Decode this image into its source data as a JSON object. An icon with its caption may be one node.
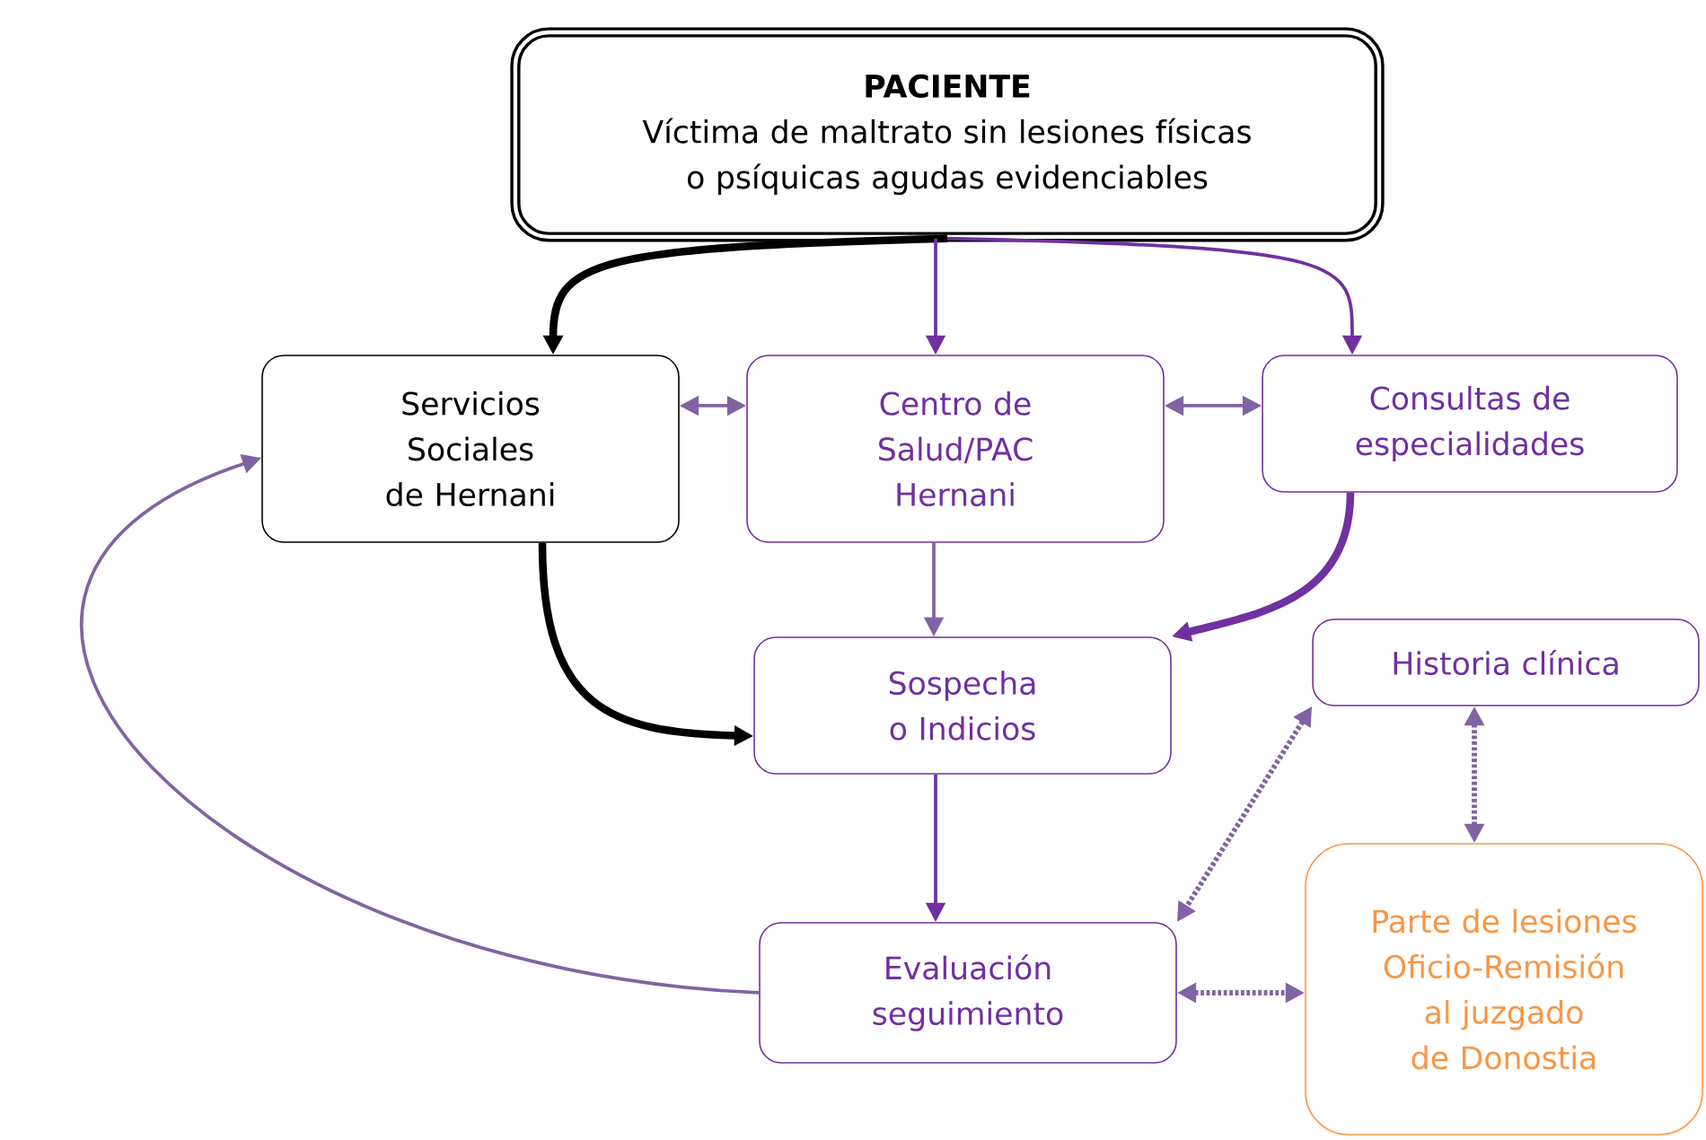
{
  "diagram": {
    "nodes": [
      {
        "text": [
          "PACIENTE",
          "Víctima de maltrato sin lesiones físicas o psíquicas agudas evidenciables"
        ]
      },
      {
        "text": [
          "Servicios Sociales de Hernani"
        ]
      },
      {
        "text": [
          "Centro de Salud/PAC Hernani"
        ]
      },
      {
        "text": [
          "Consultas de especialidades"
        ]
      },
      {
        "text": [
          "Sospecha o Indicios"
        ]
      },
      {
        "text": [
          "Historia clínica"
        ]
      },
      {
        "text": [
          "Evaluación seguimiento"
        ]
      },
      {
        "text": [
          "Parte de lesiones Oficio-Remisión al juzgado de Donostia"
        ]
      }
    ],
    "edges": [
      {
        "from": 0,
        "to": 1,
        "arrow": "to",
        "style": "thick",
        "color": "#000000"
      },
      {
        "from": 0,
        "to": 2,
        "arrow": "to",
        "color": "#7030a0"
      },
      {
        "from": 0,
        "to": 3,
        "arrow": "to",
        "color": "#7030a0"
      },
      {
        "from": 1,
        "to": 2,
        "arrow": "both"
      },
      {
        "from": 2,
        "to": 3,
        "arrow": "both"
      },
      {
        "from": 2,
        "to": 4,
        "arrow": "to"
      },
      {
        "from": 3,
        "to": 4,
        "arrow": "to",
        "style": "thick",
        "color": "#7030a0"
      },
      {
        "from": 1,
        "to": 4,
        "arrow": "to",
        "style": "thick",
        "color": "#000000"
      },
      {
        "from": 4,
        "to": 6,
        "arrow": "to",
        "color": "#7030a0"
      },
      {
        "from": 5,
        "to": 6,
        "arrow": "both",
        "style": "dashed"
      },
      {
        "from": 5,
        "to": 7,
        "arrow": "both",
        "style": "dashed"
      },
      {
        "from": 6,
        "to": 7,
        "arrow": "both",
        "style": "dashed"
      },
      {
        "from": 6,
        "to": 1,
        "arrow": "to"
      }
    ]
  }
}
